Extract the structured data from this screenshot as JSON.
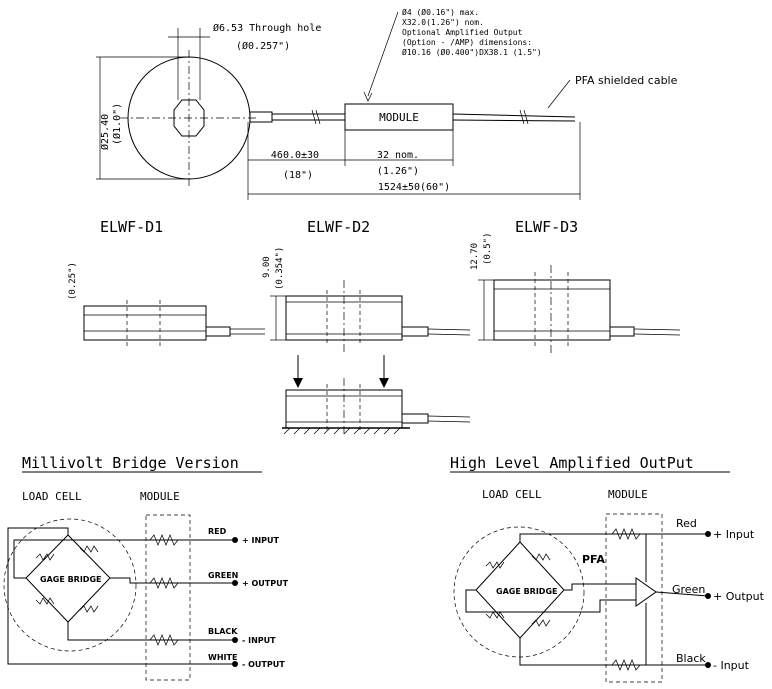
{
  "top_view": {
    "hole_dim": "Ø6.53 Through hole",
    "hole_dim_in": "(Ø0.257\")",
    "diameter_mm": "Ø25.40",
    "diameter_in": "(Ø1.0\")",
    "cable_note": [
      "Ø4 (Ø0.16\") max.",
      "X32.0(1.26\") nom.",
      "Optional Amplified Output",
      "(Option - /AMP) dimensions:",
      "Ø10.16 (Ø0.400\")DX38.1 (1.5\")"
    ],
    "module_label": "MODULE",
    "pfa_label": "PFA shielded cable",
    "dim_cable_mm": "460.0±30",
    "dim_cable_in": "(18\")",
    "dim_module_mm": "32 nom.",
    "dim_module_in": "(1.26\")",
    "dim_total": "1524±50(60\")"
  },
  "models": {
    "d1": "ELWF-D1",
    "d2": "ELWF-D2",
    "d3": "ELWF-D3",
    "d1_height_in": "(0.25\")",
    "d2_height_mm": "9.00",
    "d2_height_in": "(0.354\")",
    "d3_height_mm": "12.70",
    "d3_height_in": "(0.5\")"
  },
  "millivolt": {
    "title": "Millivolt Bridge Version",
    "load_cell": "LOAD CELL",
    "module": "MODULE",
    "gage_bridge": "GAGE BRIDGE",
    "red": "RED",
    "red_sig": "+ INPUT",
    "green": "GREEN",
    "green_sig": "+ OUTPUT",
    "black": "BLACK",
    "black_sig": "- INPUT",
    "white": "WHITE",
    "white_sig": "- OUTPUT"
  },
  "amplified": {
    "title": "High Level Amplified OutPut",
    "load_cell": "LOAD CELL",
    "module": "MODULE",
    "pfa": "PFA",
    "gage_bridge": "GAGE BRIDGE",
    "red": "Red",
    "red_sig": "+ Input",
    "green": "Green",
    "green_sig": "+ Output",
    "black": "Black",
    "black_sig": "- Input"
  }
}
